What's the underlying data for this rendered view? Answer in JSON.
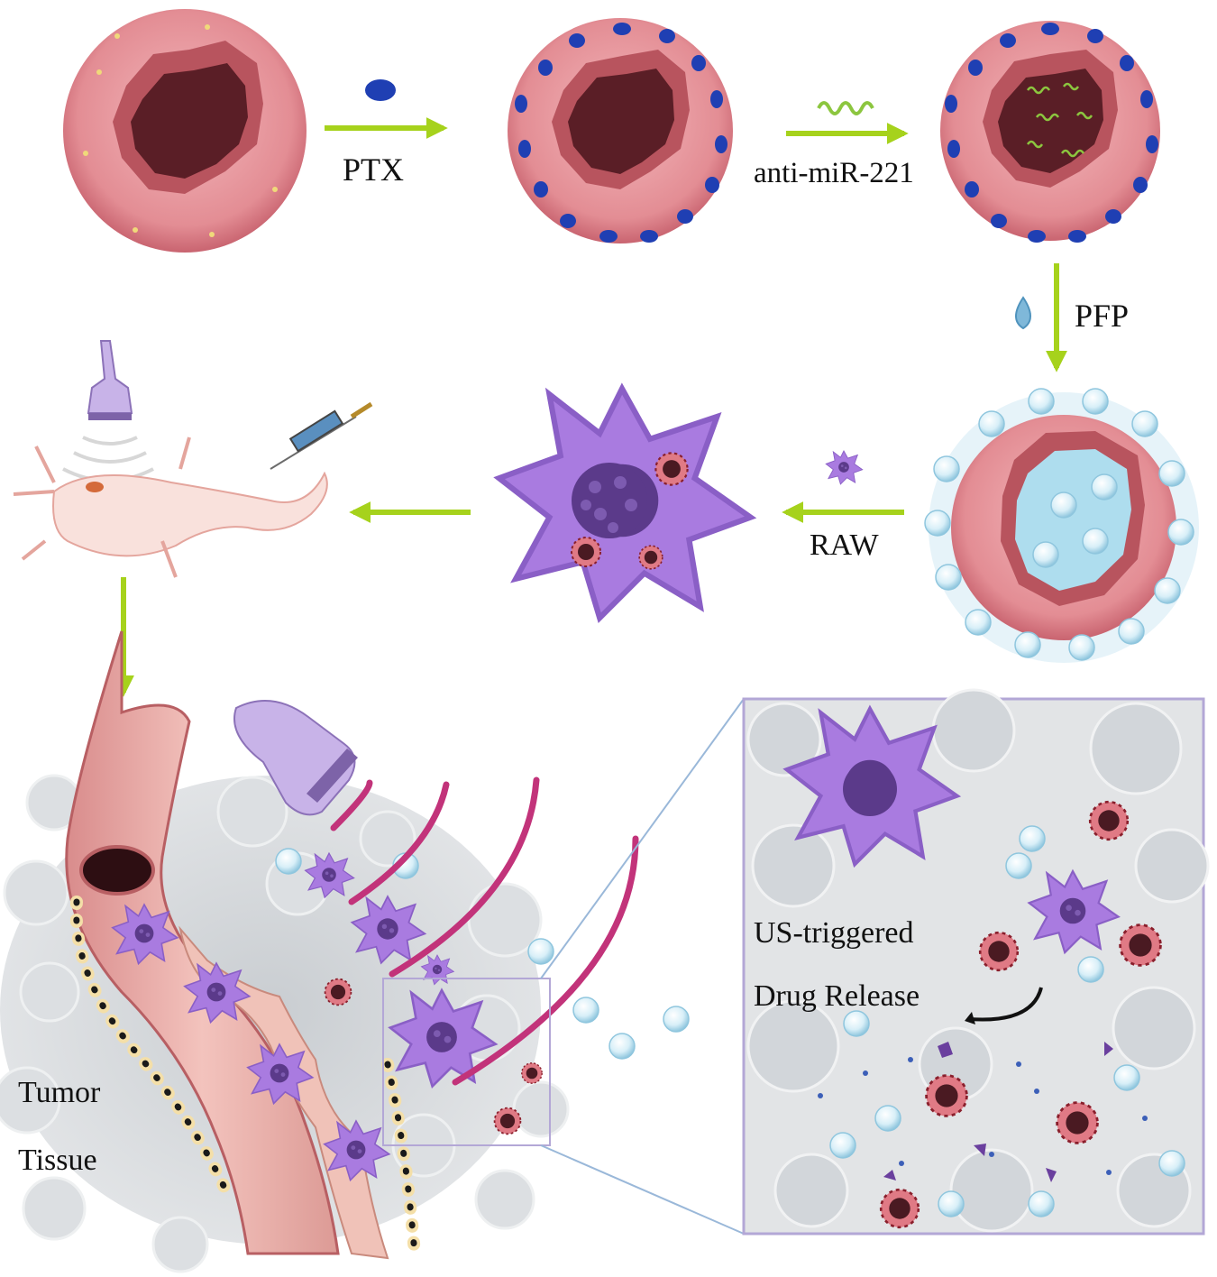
{
  "labels": {
    "ptx": "PTX",
    "anti_mir": "anti-miR-221",
    "pfp": "PFP",
    "raw": "RAW",
    "us_triggered": "US-triggered",
    "drug_release": "Drug Release",
    "tumor": "Tumor",
    "tissue": "Tissue"
  },
  "colors": {
    "arrow": "#a6d21c",
    "nanoparticle_shell": "#df7d86",
    "nanoparticle_core": "#5a1e26",
    "ptx_drug": "#1f3fb3",
    "mirna": "#8cc63f",
    "pfp_bubble": "#bfe3f1",
    "macrophage": "#a97be0",
    "macrophage_nucleus": "#5b3a8a",
    "ultrasound_wave": "#c2337a",
    "tissue_background": "#d9dcdf",
    "zoom_frame": "#b3a7d6"
  },
  "icons": {
    "nanoparticle": "hollow-sphere-icon",
    "drug": "ptx-pill-icon",
    "mirna": "squiggle-icon",
    "droplet": "droplet-icon",
    "macrophage": "macrophage-cell-icon",
    "mouse": "mouse-icon",
    "syringe": "syringe-icon",
    "probe": "ultrasound-probe-icon",
    "vessel": "blood-vessel-icon"
  }
}
